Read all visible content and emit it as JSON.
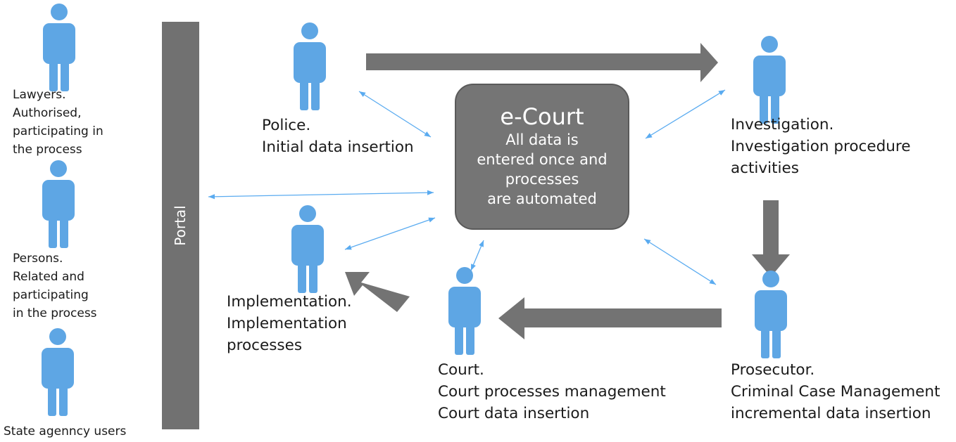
{
  "colors": {
    "person": "#5ea6e4",
    "arrow": "#737373",
    "connector": "#5aabf0",
    "hub": "#757575",
    "portal": "#717171"
  },
  "icons": {
    "person": "person-icon"
  },
  "portal": {
    "label": "Portal"
  },
  "hub": {
    "title": "e-Court",
    "lines": [
      "All data is",
      "entered once and",
      "processes",
      "are automated"
    ]
  },
  "left_users": [
    {
      "lines": [
        "Lawyers.",
        "Authorised,",
        "participating in",
        "the process"
      ]
    },
    {
      "lines": [
        "Persons.",
        "Related and",
        "participating",
        "in the process"
      ]
    },
    {
      "lines": [
        "State agenncy users"
      ]
    }
  ],
  "actors": {
    "police": {
      "lines": [
        "Police.",
        "Initial data insertion"
      ]
    },
    "investigation": {
      "lines": [
        "Investigation.",
        "Investigation procedure",
        "activities"
      ]
    },
    "implementation": {
      "lines": [
        "Implementation.",
        "Implementation",
        "processes"
      ]
    },
    "court": {
      "lines": [
        "Court.",
        "Court processes management",
        "Court data insertion"
      ]
    },
    "prosecutor": {
      "lines": [
        "Prosecutor.",
        "Criminal Case Management",
        "incremental data insertion"
      ]
    }
  }
}
